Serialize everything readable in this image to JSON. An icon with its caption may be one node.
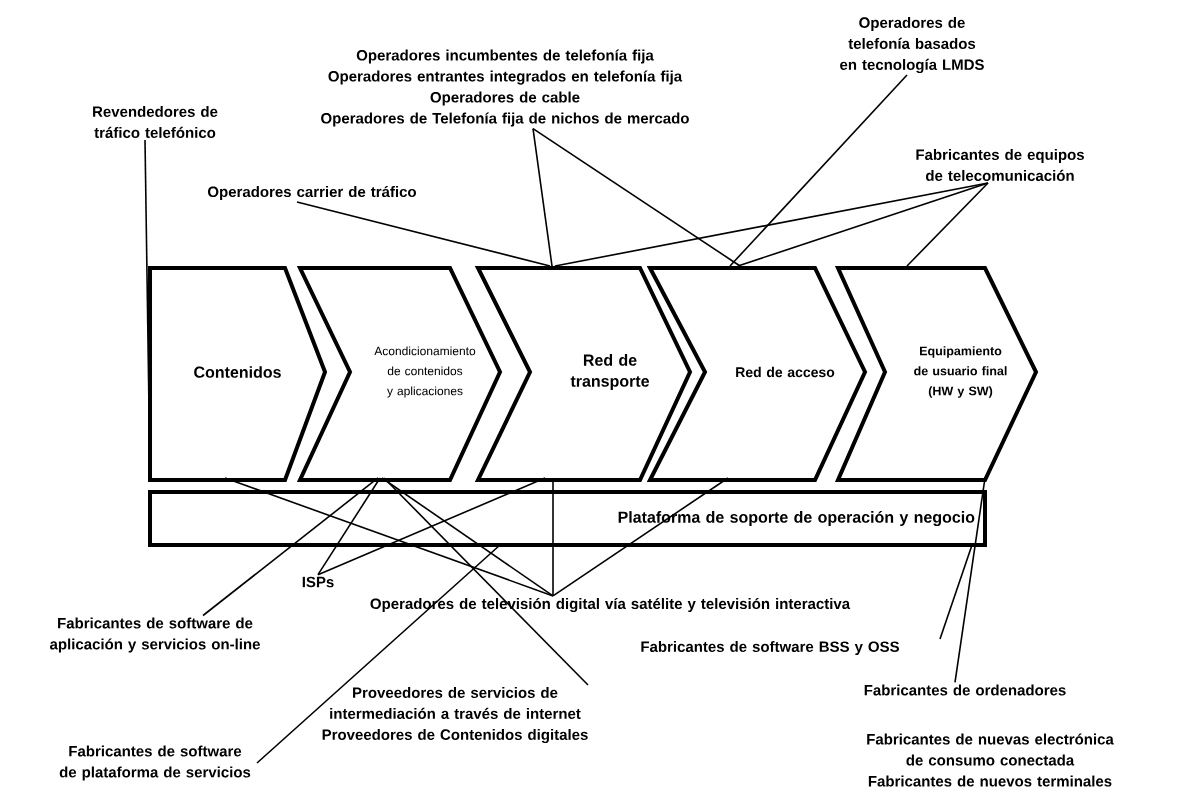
{
  "diagram": {
    "nodes": [
      {
        "text": [
          "Contenidos"
        ]
      },
      {
        "text": [
          "Acondicionamiento de contenidos y aplicaciones"
        ]
      },
      {
        "text": [
          "Red de transporte"
        ]
      },
      {
        "text": [
          "Red de acceso"
        ]
      },
      {
        "text": [
          "Equipamiento de usuario final (HW y SW)"
        ]
      },
      {
        "text": [
          "Plataforma de soporte de operación y negocio"
        ]
      },
      {
        "text": [
          "Revendedores de tráfico telefónico"
        ]
      },
      {
        "text": [
          "Operadores carrier de tráfico"
        ]
      },
      {
        "text": [
          "Operadores incumbentes de telefonía fija",
          "Operadores entrantes integrados en telefonía fija",
          "Operadores de cable",
          "Operadores de Telefonía fija de nichos de mercado"
        ]
      },
      {
        "text": [
          "Operadores de telefonía basados en tecnología LMDS"
        ]
      },
      {
        "text": [
          "Fabricantes de equipos de telecomunicación"
        ]
      },
      {
        "text": [
          "ISPs"
        ]
      },
      {
        "text": [
          "Operadores de televisión digital vía satélite y televisión  interactiva"
        ]
      },
      {
        "text": [
          "Fabricantes de software de aplicación y servicios on-line"
        ]
      },
      {
        "text": [
          "Fabricantes de software BSS y OSS"
        ]
      },
      {
        "text": [
          "Proveedores de servicios de intermediación a través de internet",
          "Proveedores de Contenidos digitales"
        ]
      },
      {
        "text": [
          "Fabricantes de ordenadores"
        ]
      },
      {
        "text": [
          "Fabricantes de software de plataforma de servicios"
        ]
      },
      {
        "text": [
          "Fabricantes de nuevas electrónica de consumo conectada",
          "Fabricantes de nuevos terminales"
        ]
      }
    ],
    "edges": [
      {
        "from": 6,
        "to": 0,
        "arrow": "none"
      },
      {
        "from": 7,
        "to": 2,
        "arrow": "none"
      },
      {
        "from": 8,
        "to": 2,
        "arrow": "none"
      },
      {
        "from": 8,
        "to": 3,
        "arrow": "none"
      },
      {
        "from": 9,
        "to": 3,
        "arrow": "none"
      },
      {
        "from": 10,
        "to": 2,
        "arrow": "none"
      },
      {
        "from": 10,
        "to": 3,
        "arrow": "none"
      },
      {
        "from": 10,
        "to": 4,
        "arrow": "none"
      },
      {
        "from": 11,
        "to": 1,
        "arrow": "none"
      },
      {
        "from": 11,
        "to": 2,
        "arrow": "none"
      },
      {
        "from": 12,
        "to": 0,
        "arrow": "none"
      },
      {
        "from": 12,
        "to": 1,
        "arrow": "none"
      },
      {
        "from": 12,
        "to": 2,
        "arrow": "none"
      },
      {
        "from": 12,
        "to": 3,
        "arrow": "none"
      },
      {
        "from": 13,
        "to": 1,
        "arrow": "none"
      },
      {
        "from": 14,
        "to": 5,
        "arrow": "none"
      },
      {
        "from": 15,
        "to": 1,
        "arrow": "none"
      },
      {
        "from": 16,
        "to": 4,
        "arrow": "none"
      },
      {
        "from": 17,
        "to": 5,
        "arrow": "none"
      }
    ]
  }
}
